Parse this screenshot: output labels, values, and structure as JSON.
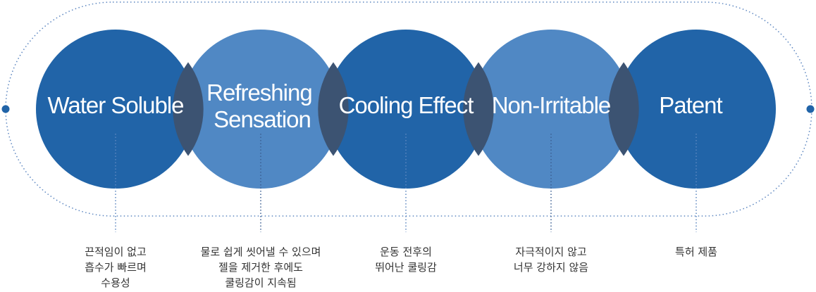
{
  "features": [
    {
      "title_lines": [
        "Water Soluble"
      ],
      "caption_lines": [
        "끈적임이 없고",
        "흡수가 빠르며",
        "수용성"
      ]
    },
    {
      "title_lines": [
        "Refreshing",
        "Sensation"
      ],
      "caption_lines": [
        "물로 쉽게 씻어낼 수 있으며",
        "젤을 제거한 후에도",
        "쿨링감이 지속됨"
      ]
    },
    {
      "title_lines": [
        "Cooling Effect"
      ],
      "caption_lines": [
        "운동 전후의",
        "뛰어난 쿨링감"
      ]
    },
    {
      "title_lines": [
        "Non-Irritable"
      ],
      "caption_lines": [
        "자극적이지 않고",
        "너무 강하지 않음"
      ]
    },
    {
      "title_lines": [
        "Patent"
      ],
      "caption_lines": [
        "특허 제품"
      ]
    }
  ],
  "colors": {
    "circle_dark": "#2164a8",
    "circle_light": "#5088c4",
    "overlap": "#3c5372",
    "dotted_line": "#5c86c0",
    "endpoint_dot": "#2164a8",
    "caption_text": "#333333"
  }
}
